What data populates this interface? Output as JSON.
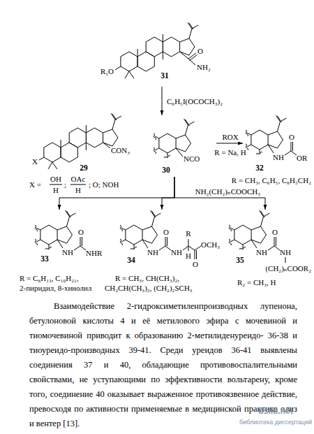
{
  "diagram": {
    "nodes": [
      {
        "text": [
          "31",
          "R₁O",
          "O",
          "NH₂"
        ]
      },
      {
        "text": [
          "29",
          "X",
          "CON₃"
        ]
      },
      {
        "text": [
          "30",
          "NCO"
        ]
      },
      {
        "text": [
          "32",
          "NH",
          "O",
          "OR"
        ]
      },
      {
        "text": [
          "33",
          "NH",
          "O",
          "NHR"
        ]
      },
      {
        "text": [
          "34",
          "NH",
          "O",
          "NH",
          "R",
          "H",
          "O",
          "OCH₃"
        ]
      },
      {
        "text": [
          "35",
          "NH",
          "O",
          "NH",
          "(CH₂)ₙCOOR₂"
        ]
      }
    ],
    "edges": [
      {
        "from": 0,
        "to": 2,
        "arrow": "to",
        "label": "C₆H₅I(OCOCH₃)₂"
      },
      {
        "from": 2,
        "to": 3,
        "arrow": "to",
        "label": "ROX"
      },
      {
        "from": 2,
        "to": 4,
        "arrow": "to"
      },
      {
        "from": 2,
        "to": 5,
        "arrow": "to"
      },
      {
        "from": 2,
        "to": 6,
        "arrow": "to",
        "label": "NH₂(CH₂)ₙCOOCH₃"
      }
    ],
    "labels": [
      "X =",
      "OH",
      "H",
      ";",
      "OAc",
      "H",
      "; O; NOH",
      "R = Na, H",
      "R = CH₃, C₆H₅, C₆H₅CH₂",
      "R = C₆H₁₃, C₁₀H₂₁,",
      "2-пиридил, 8-хинолил",
      "R = CH₃, CH(CH₃)₂,",
      "CH₂CH(CH₃)₂, (CH₂)₂SCH₃",
      "R₂ = CH₃, H",
      "Взаимодействие 2-гидроксиметиленпроизводных лупенона, бетулоновой кислоты 4 и её метилового эфира с мочевиной и тиомочевиной приводит к образованию 2-метилиденуреидо- 36-38 и тиоуреидо-производных 39-41. Среди уреидов 36-41 выявлены соединения 37 и 40, обладающие противовоспалительными свойствами, не уступающими по эффективности вольтарену, кроме того, соединение 40 оказывает выраженное противоязвенное действие, превосходя по активности применяемые в медицинской практике олиз и вентер [13].",
      "dslib.net",
      "библиотека диссертаций"
    ]
  }
}
